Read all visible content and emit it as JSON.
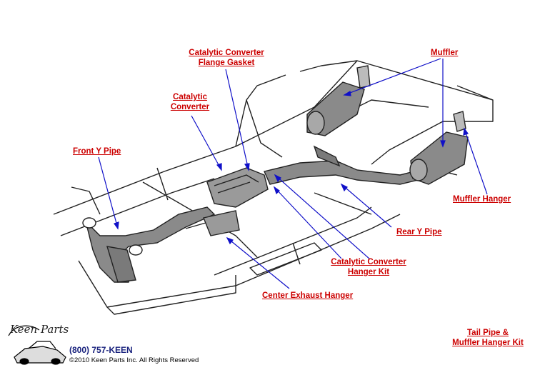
{
  "labels": {
    "flange_gasket": "Catalytic Converter\nFlange Gasket",
    "muffler": "Muffler",
    "catalytic_converter": "Catalytic\nConverter",
    "front_y_pipe": "Front Y Pipe",
    "muffler_hanger": "Muffler Hanger",
    "rear_y_pipe": "Rear Y Pipe",
    "converter_hanger_kit": "Catalytic Converter\nHanger Kit",
    "center_exhaust_hanger": "Center Exhaust Hanger",
    "tail_pipe_kit": "Tail Pipe &\nMuffler Hanger Kit"
  },
  "footer": {
    "logo": "Keen Parts",
    "phone": "(800) 757-KEEN",
    "copyright": "©2010 Keen Parts Inc. All Rights Reserved"
  },
  "colors": {
    "label": "#cc0000",
    "leader": "#1010c8",
    "line_art": "#222222",
    "part_fill": "#8a8a8a"
  }
}
